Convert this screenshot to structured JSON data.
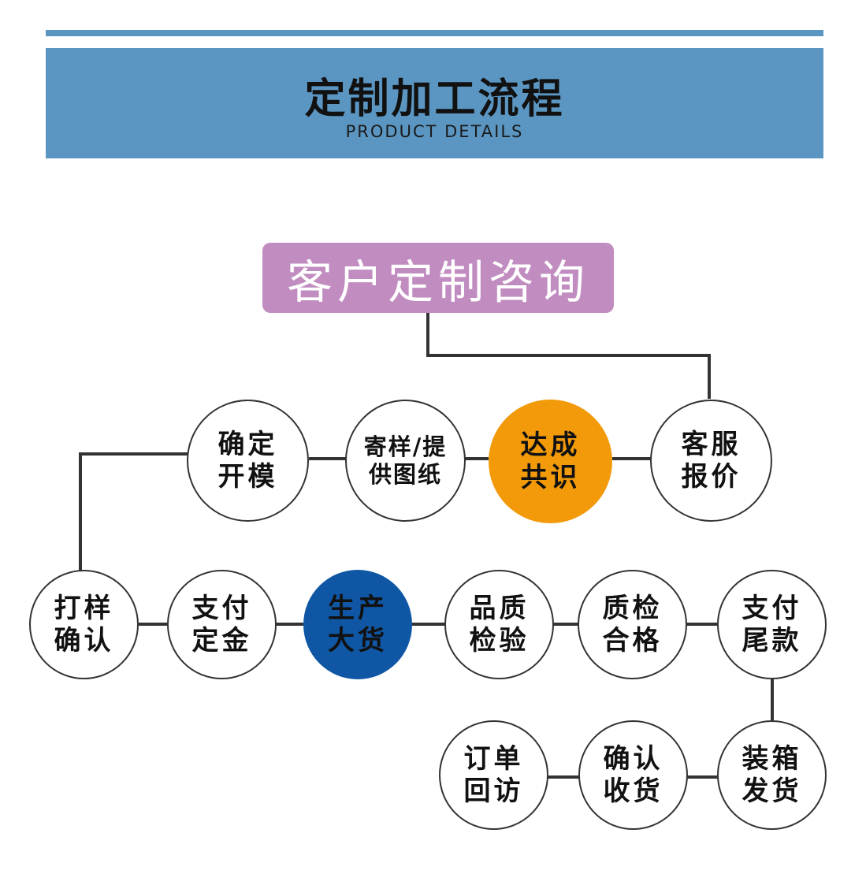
{
  "header": {
    "title": "定制加工流程",
    "subtitle": "PRODUCT DETAILS"
  },
  "start": {
    "label": "客户定制咨询"
  },
  "steps": {
    "quote": {
      "line1": "客服",
      "line2": "报价"
    },
    "consensus": {
      "line1": "达成",
      "line2": "共识"
    },
    "sample": {
      "line1": "寄样/提",
      "line2": "供图纸"
    },
    "mold": {
      "line1": "确定",
      "line2": "开模"
    },
    "proof": {
      "line1": "打样",
      "line2": "确认"
    },
    "deposit": {
      "line1": "支付",
      "line2": "定金"
    },
    "production": {
      "line1": "生产",
      "line2": "大货"
    },
    "inspection": {
      "line1": "品质",
      "line2": "检验"
    },
    "qualified": {
      "line1": "质检",
      "line2": "合格"
    },
    "balance": {
      "line1": "支付",
      "line2": "尾款"
    },
    "shipping": {
      "line1": "装箱",
      "line2": "发货"
    },
    "receipt": {
      "line1": "确认",
      "line2": "收货"
    },
    "followup": {
      "line1": "订单",
      "line2": "回访"
    }
  },
  "colors": {
    "header": "#5b96c2",
    "start_box": "#c18cc0",
    "highlight_orange": "#f29a0a",
    "highlight_blue": "#0f57a5",
    "outline": "#333333"
  }
}
